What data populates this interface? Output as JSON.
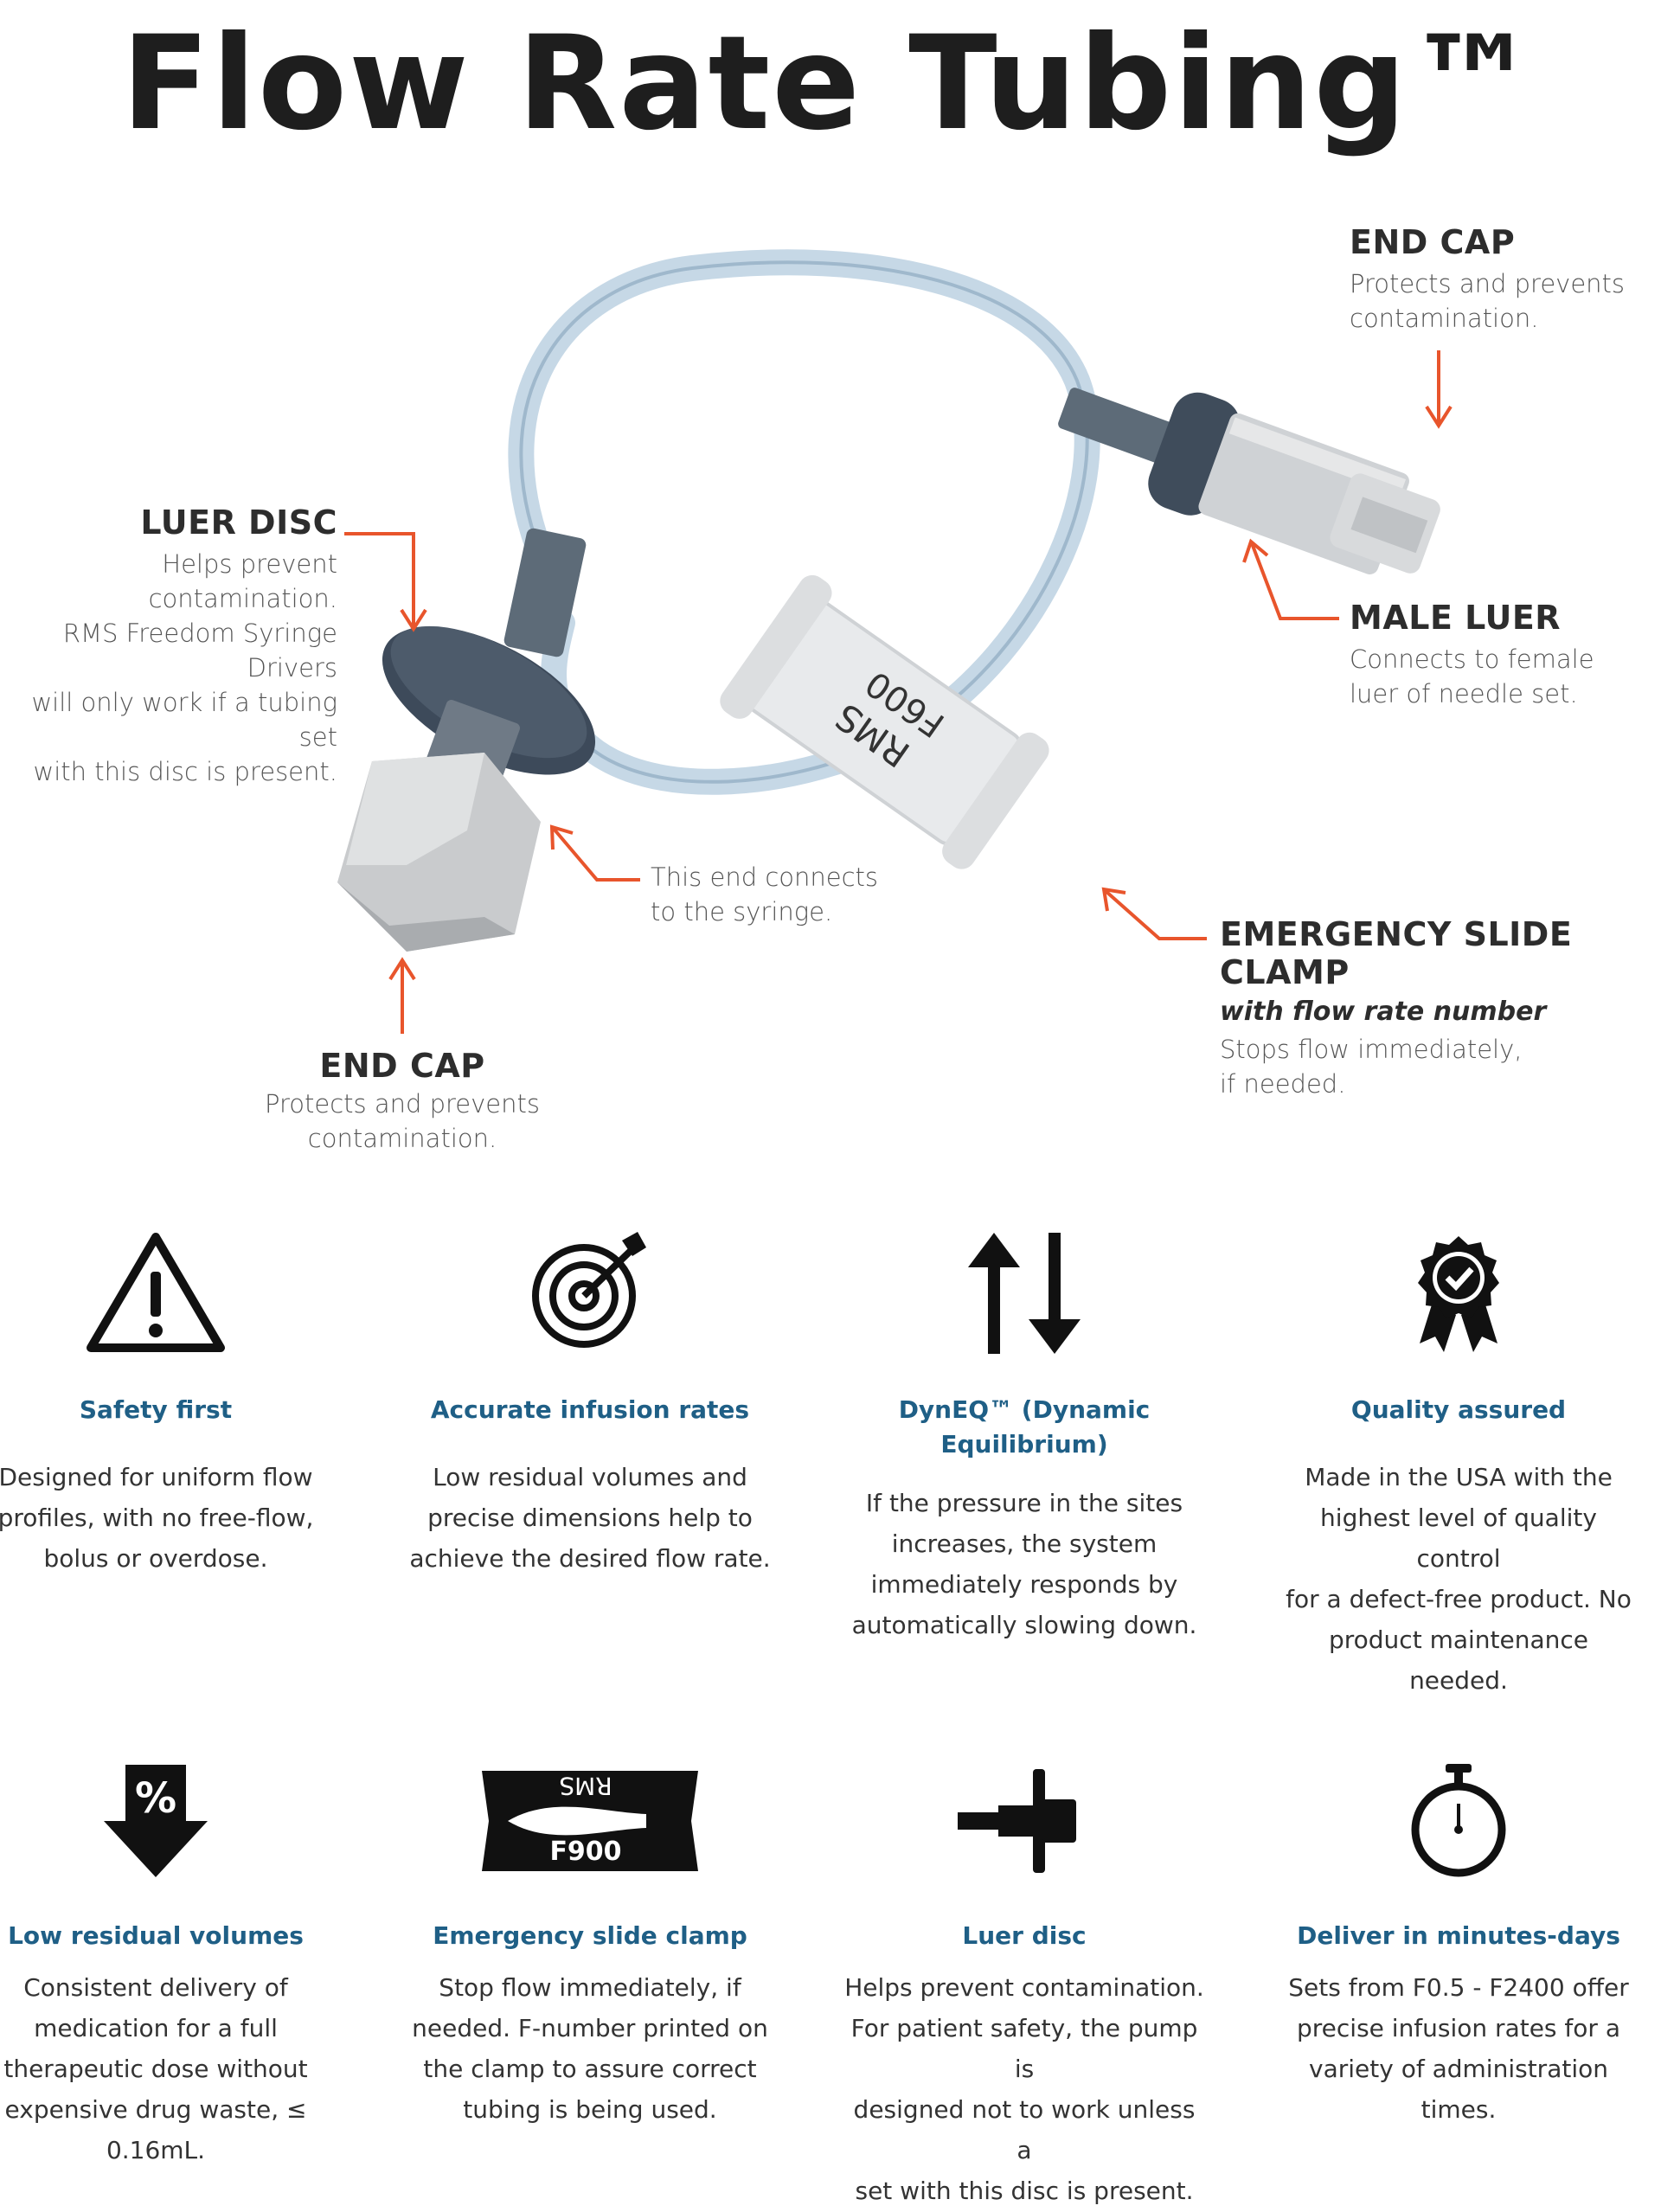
{
  "title": "Flow Rate Tubing™",
  "callouts": {
    "end_cap_top": {
      "head": "END CAP",
      "desc": "Protects and prevents\ncontamination."
    },
    "luer_disc": {
      "head": "LUER DISC",
      "desc": "Helps prevent contamination.\nRMS Freedom Syringe Drivers\nwill only work if a tubing set\nwith this disc is present."
    },
    "male_luer": {
      "head": "MALE LUER",
      "desc": "Connects to female\nluer of needle set."
    },
    "syringe_end": {
      "desc": "This end connects\nto the syringe."
    },
    "slide_clamp": {
      "head": "EMERGENCY SLIDE CLAMP",
      "sub": "with flow rate number",
      "desc": "Stops flow immediately,\nif needed."
    },
    "end_cap_bottom": {
      "head": "END CAP",
      "desc": "Protects and prevents\ncontamination."
    }
  },
  "clamp_labels": {
    "brand": "RMS",
    "rate": "F600"
  },
  "features": [
    {
      "icon": "warning-icon",
      "title": "Safety first",
      "desc": "Designed for uniform flow\nprofiles, with no free-flow,\nbolus or overdose."
    },
    {
      "icon": "target-icon",
      "title": "Accurate infusion rates",
      "desc": "Low residual volumes and\nprecise dimensions help to\nachieve the desired flow rate."
    },
    {
      "icon": "up-down-arrows-icon",
      "title": "DynEQ™ (Dynamic\nEquilibrium)",
      "desc": "If the pressure in the sites\nincreases, the system\nimmediately responds by\nautomatically slowing down."
    },
    {
      "icon": "quality-badge-icon",
      "title": "Quality assured",
      "desc": "Made in the USA with the\nhighest level of quality control\nfor a defect-free product. No\nproduct maintenance needed."
    },
    {
      "icon": "percent-down-arrow-icon",
      "title": "Low residual volumes",
      "desc": "Consistent delivery of\nmedication for a full\ntherapeutic dose without\nexpensive drug waste, ≤\n0.16mL."
    },
    {
      "icon": "slide-clamp-icon",
      "title": "Emergency slide clamp",
      "desc": "Stop flow immediately, if\nneeded. F-number printed on\nthe clamp to assure correct\ntubing is being used.",
      "icon_labels": {
        "brand": "RMS",
        "rate": "F900"
      }
    },
    {
      "icon": "luer-disc-icon",
      "title": "Luer disc",
      "desc": "Helps prevent contamination.\nFor patient safety, the pump is\ndesigned not to work unless a\nset with this disc is present."
    },
    {
      "icon": "stopwatch-icon",
      "title": "Deliver in minutes-days",
      "desc": "Sets from F0.5 - F2400 offer\nprecise infusion rates for a\nvariety of administration times."
    }
  ],
  "colors": {
    "accent": "#e8552c",
    "title_blue": "#1f5f86",
    "tube": "#b9cfe0",
    "disc": "#3d4a5a"
  }
}
